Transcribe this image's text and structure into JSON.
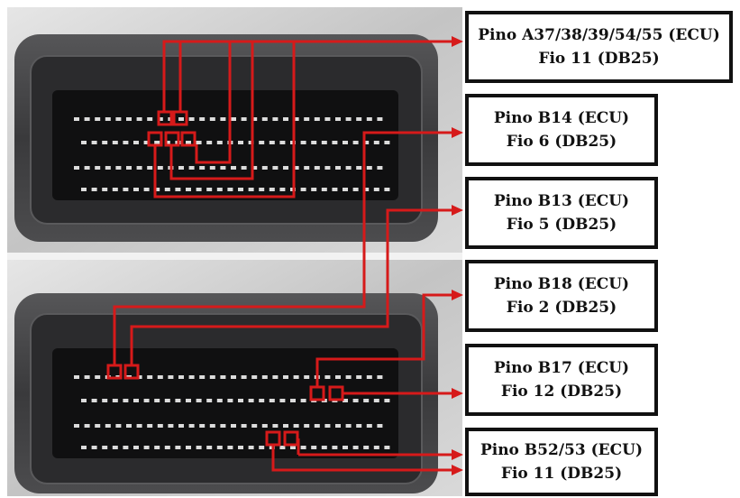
{
  "colors": {
    "wire": "#d61a1a",
    "housing": "#2a2a2c",
    "housing_rim": "#4a4a4c",
    "plate": "#cfcfcf",
    "cavity": "#0c0c0d",
    "pin": "#e0e0e0",
    "box_border": "#111111"
  },
  "labels": [
    {
      "pin": "Pino A37/38/39/54/55 (ECU)",
      "wire": "Fio 11 (DB25)"
    },
    {
      "pin": "Pino B14 (ECU)",
      "wire": "Fio 6 (DB25)"
    },
    {
      "pin": "Pino B13 (ECU)",
      "wire": "Fio 5 (DB25)"
    },
    {
      "pin": "Pino B18 (ECU)",
      "wire": "Fio 2 (DB25)"
    },
    {
      "pin": "Pino B17 (ECU)",
      "wire": "Fio 12 (DB25)"
    },
    {
      "pin": "Pino B52/53 (ECU)",
      "wire": "Fio 11 (DB25)"
    }
  ]
}
